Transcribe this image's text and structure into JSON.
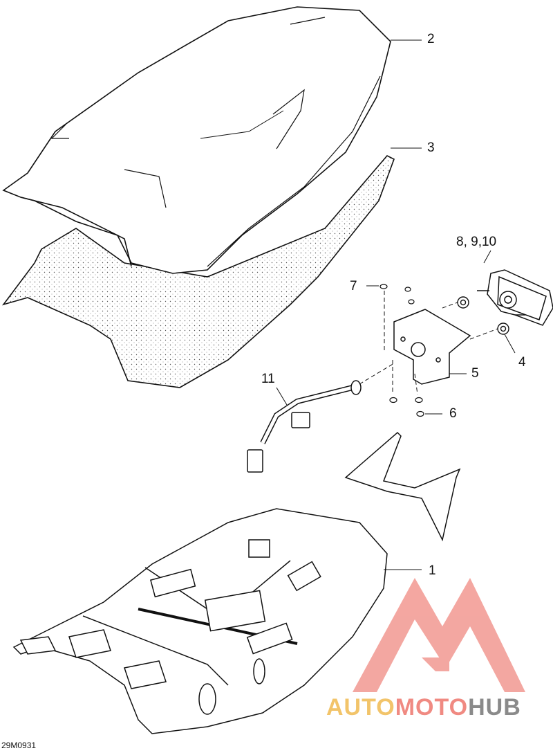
{
  "labels": {
    "l1": "1",
    "l2": "2",
    "l3": "3",
    "l4": "4",
    "l5": "5",
    "l6": "6",
    "l7": "7",
    "l8": "8, 9,10",
    "l11": "11"
  },
  "figure_code": "29M0931",
  "watermark": {
    "part1": "AUTO",
    "part2": "MOTO",
    "part3": "HUB"
  },
  "colors": {
    "logo_red": "#f08a82",
    "logo_yellow": "#f2c46a",
    "logo_gray": "#8a8a8a"
  },
  "icons": [
    "seat-cover-part",
    "seat-foam-part",
    "seat-base-part",
    "tail-light-part",
    "bracket-part",
    "wiring-harness-part",
    "reflector-part",
    "triangle-logo-icon"
  ]
}
